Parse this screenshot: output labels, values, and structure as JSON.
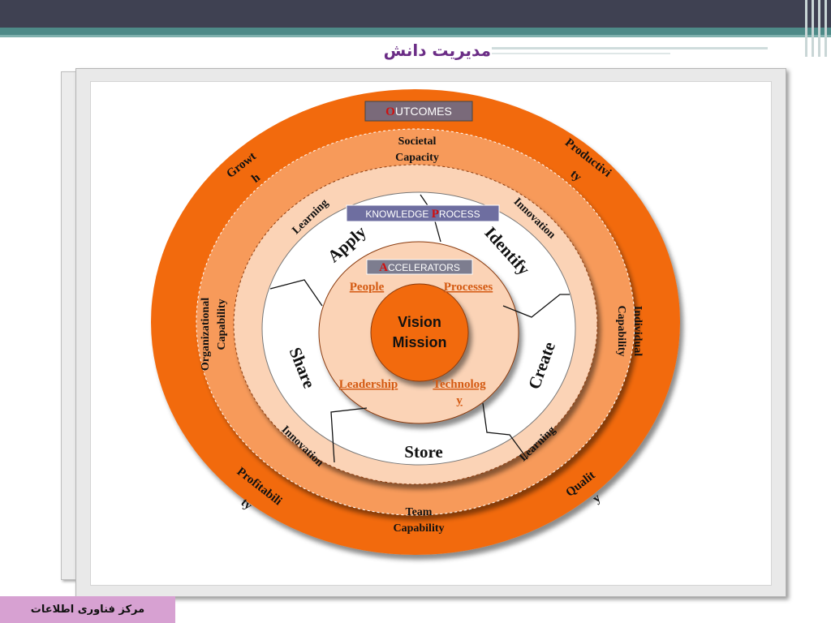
{
  "slide": {
    "title": "مدیریت دانش",
    "footer": "مرکز فناوری اطلاعات"
  },
  "colors": {
    "outer_ring": "#f26b10",
    "mid_ring": "#f79a5a",
    "process_ring": "#fbd3b6",
    "core": "#f26b10",
    "tag_outcomes": "#7a6a7a",
    "tag_process": "#6e6ea0",
    "tag_accelerators": "#7d7d8f"
  },
  "diagram": {
    "outcomes_tag": {
      "initial": "O",
      "rest": "UTCOMES"
    },
    "process_tag": {
      "pre": "KNOWLEDGE ",
      "initial": "P",
      "rest": "ROCESS"
    },
    "accelerators_tag": {
      "initial": "A",
      "rest": "CCELERATORS"
    },
    "outcomes": {
      "growth_1": "Growt",
      "growth_2": "h",
      "productivity_1": "Productivi",
      "productivity_2": "ty",
      "profitability_1": "Profitabili",
      "profitability_2": "ty",
      "quality_1": "Qualit",
      "quality_2": "y"
    },
    "capabilities": {
      "societal_1": "Societal",
      "societal_2": "Capacity",
      "team_1": "Team",
      "team_2": "Capability",
      "organizational_1": "Organizational",
      "organizational_2": "Capability",
      "individual_1": "Individual",
      "individual_2": "Capability"
    },
    "ring_labels": {
      "learning_top": "Learning",
      "innovation_top": "Innovation",
      "innovation_bottom": "Innovation",
      "learning_bottom": "Learning"
    },
    "process": {
      "apply": "Apply",
      "identify": "Identify",
      "share": "Share",
      "create": "Create",
      "store": "Store"
    },
    "accelerators": {
      "people": "People",
      "processes": "Processes",
      "leadership": "Leadership",
      "technology_1": "Technolog",
      "technology_2": "y"
    },
    "core": {
      "line1": "Vision",
      "line2": "Mission"
    }
  }
}
